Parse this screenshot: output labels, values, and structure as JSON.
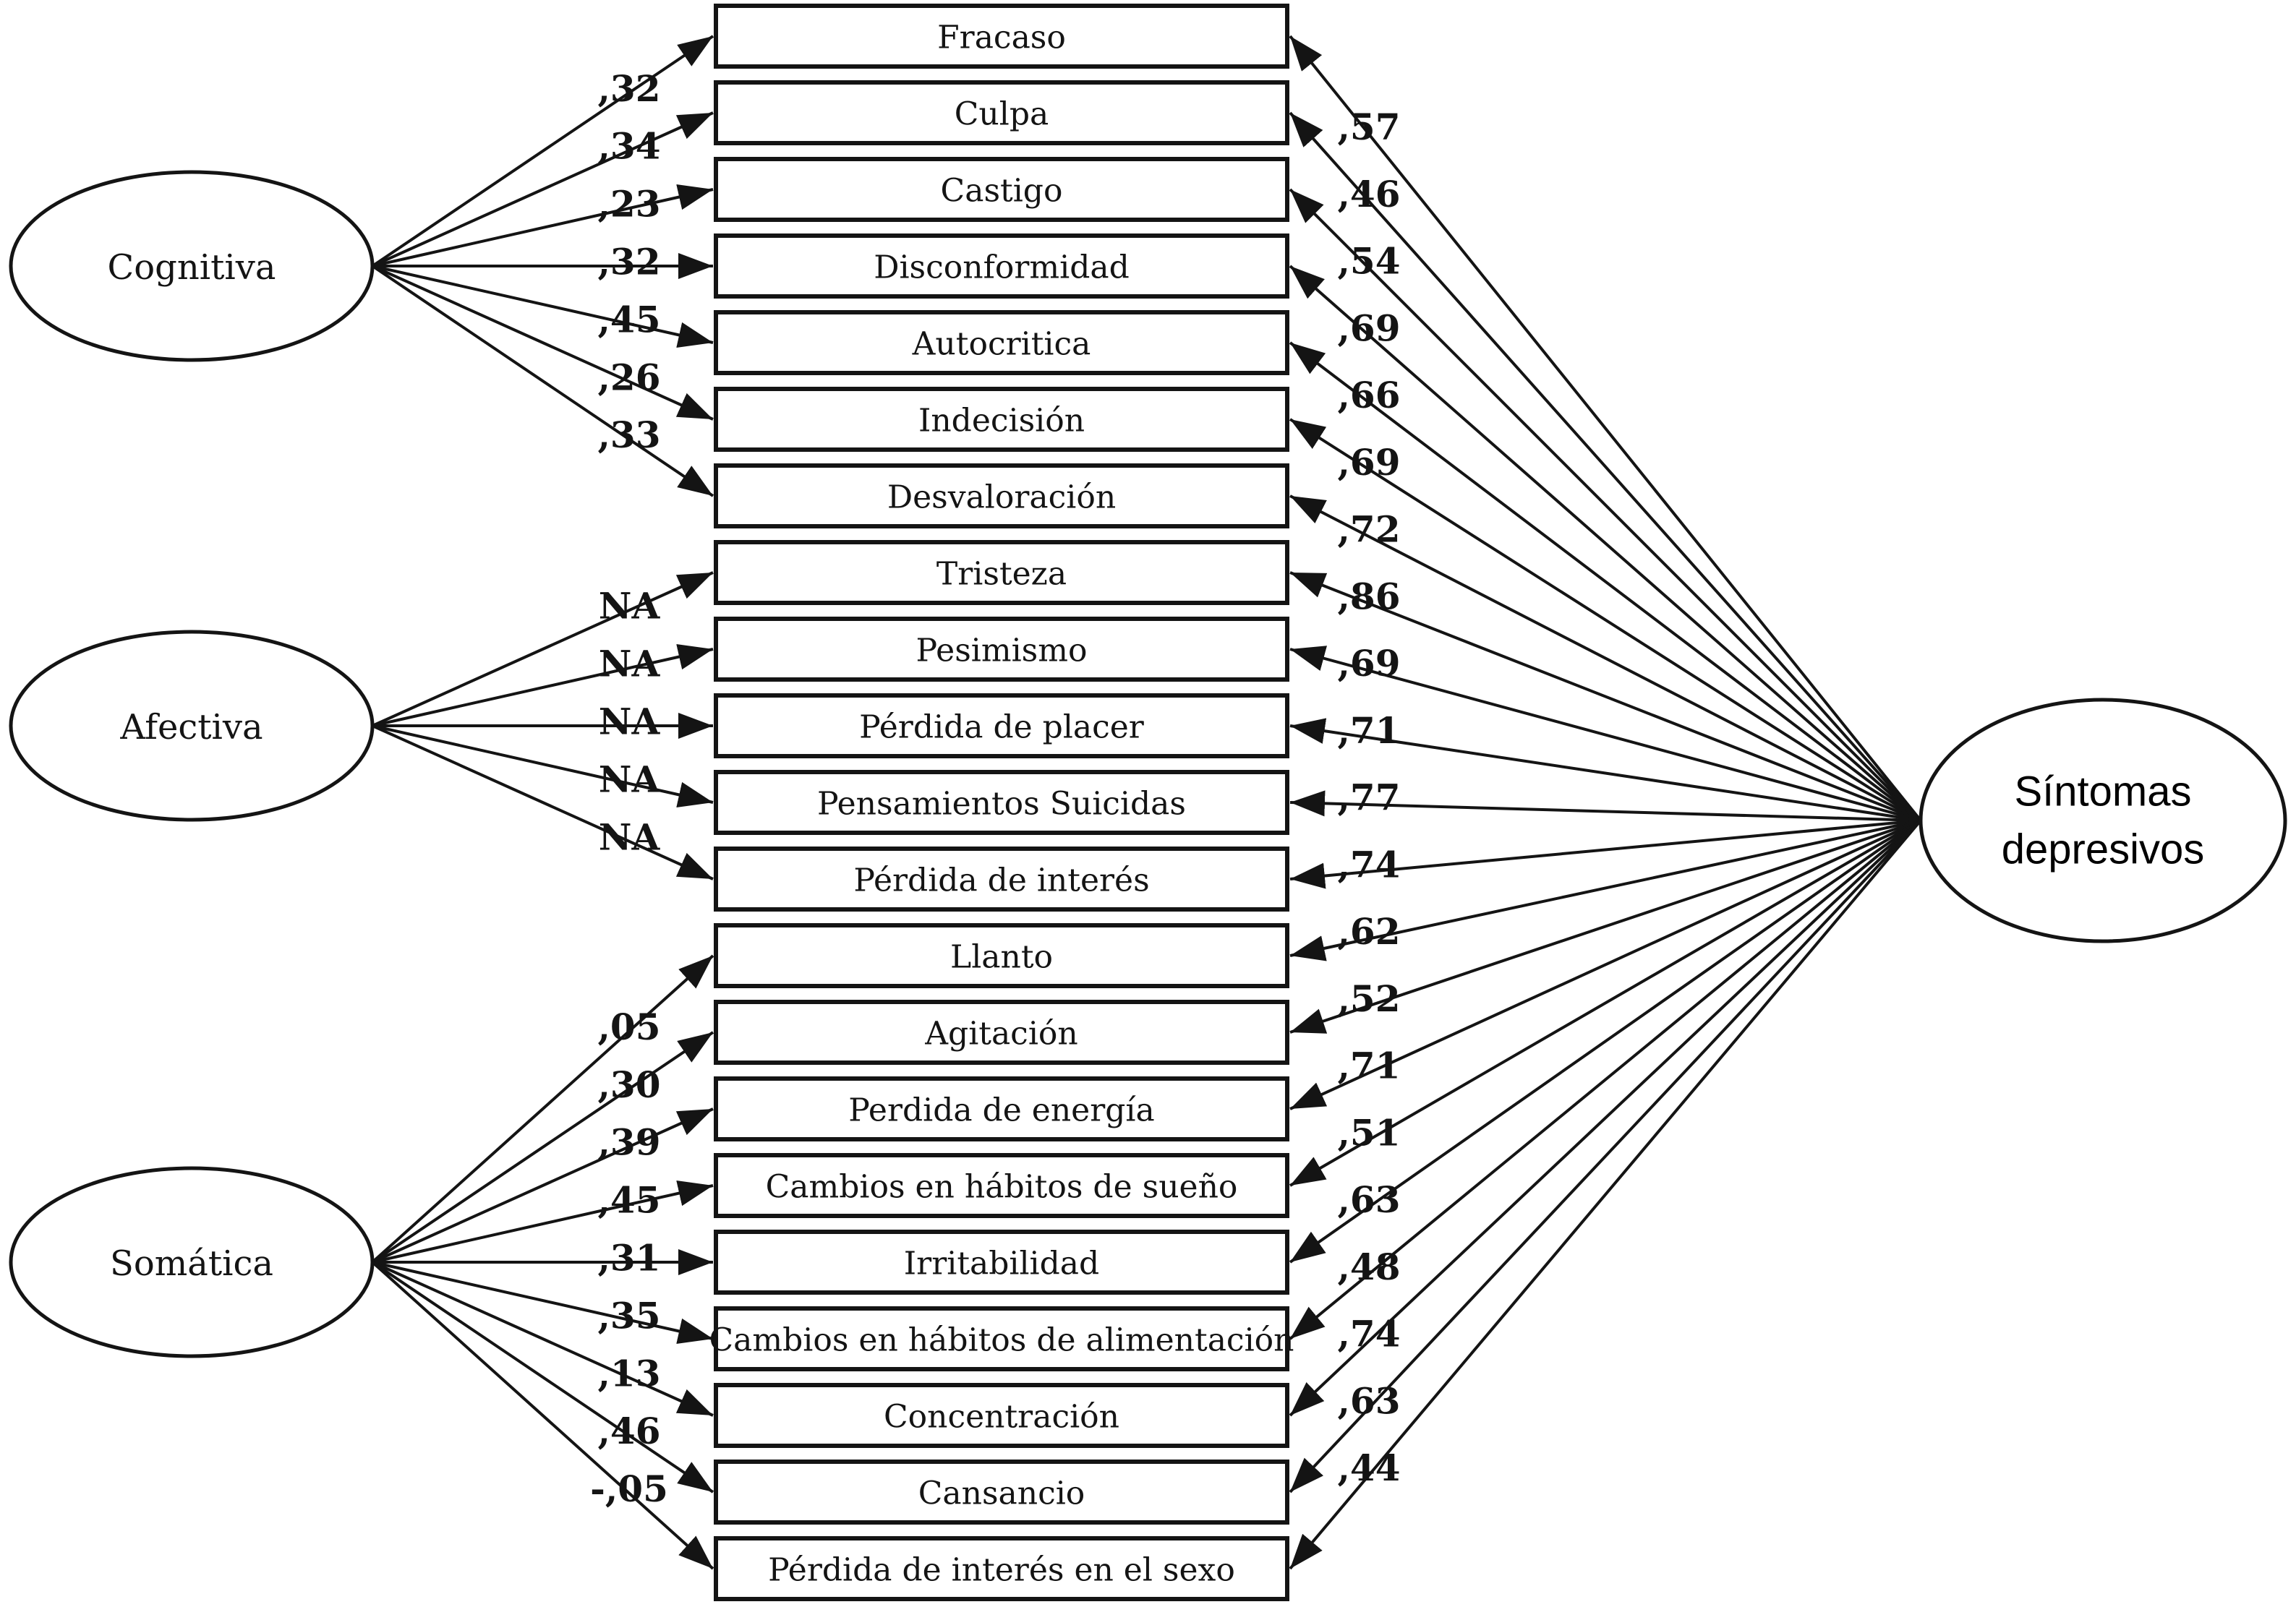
{
  "diagram": {
    "outcome": {
      "label": "Síntomas depresivos",
      "lines": [
        "Síntomas",
        "depresivos"
      ]
    },
    "factors": [
      {
        "name": "Cognitiva",
        "indicators": [
          {
            "label": "Fracaso",
            "factor_loading": ",32",
            "outcome_loading": ",57"
          },
          {
            "label": "Culpa",
            "factor_loading": ",34",
            "outcome_loading": ",46"
          },
          {
            "label": "Castigo",
            "factor_loading": ",23",
            "outcome_loading": ",54"
          },
          {
            "label": "Disconformidad",
            "factor_loading": ",32",
            "outcome_loading": ",69"
          },
          {
            "label": "Autocritica",
            "factor_loading": ",45",
            "outcome_loading": ",66"
          },
          {
            "label": "Indecisión",
            "factor_loading": ",26",
            "outcome_loading": ",69"
          },
          {
            "label": "Desvaloración",
            "factor_loading": ",33",
            "outcome_loading": ",72"
          }
        ]
      },
      {
        "name": "Afectiva",
        "indicators": [
          {
            "label": "Tristeza",
            "factor_loading": "NA",
            "outcome_loading": ",86"
          },
          {
            "label": "Pesimismo",
            "factor_loading": "NA",
            "outcome_loading": ",69"
          },
          {
            "label": "Pérdida de placer",
            "factor_loading": "NA",
            "outcome_loading": ",71"
          },
          {
            "label": "Pensamientos Suicidas",
            "factor_loading": "NA",
            "outcome_loading": ",77"
          },
          {
            "label": "Pérdida de interés",
            "factor_loading": "NA",
            "outcome_loading": ",74"
          }
        ]
      },
      {
        "name": "Somática",
        "indicators": [
          {
            "label": "Llanto",
            "factor_loading": ",05",
            "outcome_loading": ",62"
          },
          {
            "label": "Agitación",
            "factor_loading": ",30",
            "outcome_loading": ",52"
          },
          {
            "label": "Perdida de energía",
            "factor_loading": ",39",
            "outcome_loading": ",71"
          },
          {
            "label": "Cambios en hábitos de sueño",
            "factor_loading": ",45",
            "outcome_loading": ",51"
          },
          {
            "label": "Irritabilidad",
            "factor_loading": ",31",
            "outcome_loading": ",63"
          },
          {
            "label": "Cambios en hábitos de alimentación",
            "factor_loading": ",35",
            "outcome_loading": ",48"
          },
          {
            "label": "Concentración",
            "factor_loading": ",13",
            "outcome_loading": ",74"
          },
          {
            "label": "Cansancio",
            "factor_loading": ",46",
            "outcome_loading": ",63"
          },
          {
            "label": "Pérdida de interés en el sexo",
            "factor_loading": "-,05",
            "outcome_loading": ",44"
          }
        ]
      }
    ],
    "colors": {
      "stroke": "#141414",
      "box_fill": "#ffffff",
      "background": "#ffffff"
    }
  }
}
